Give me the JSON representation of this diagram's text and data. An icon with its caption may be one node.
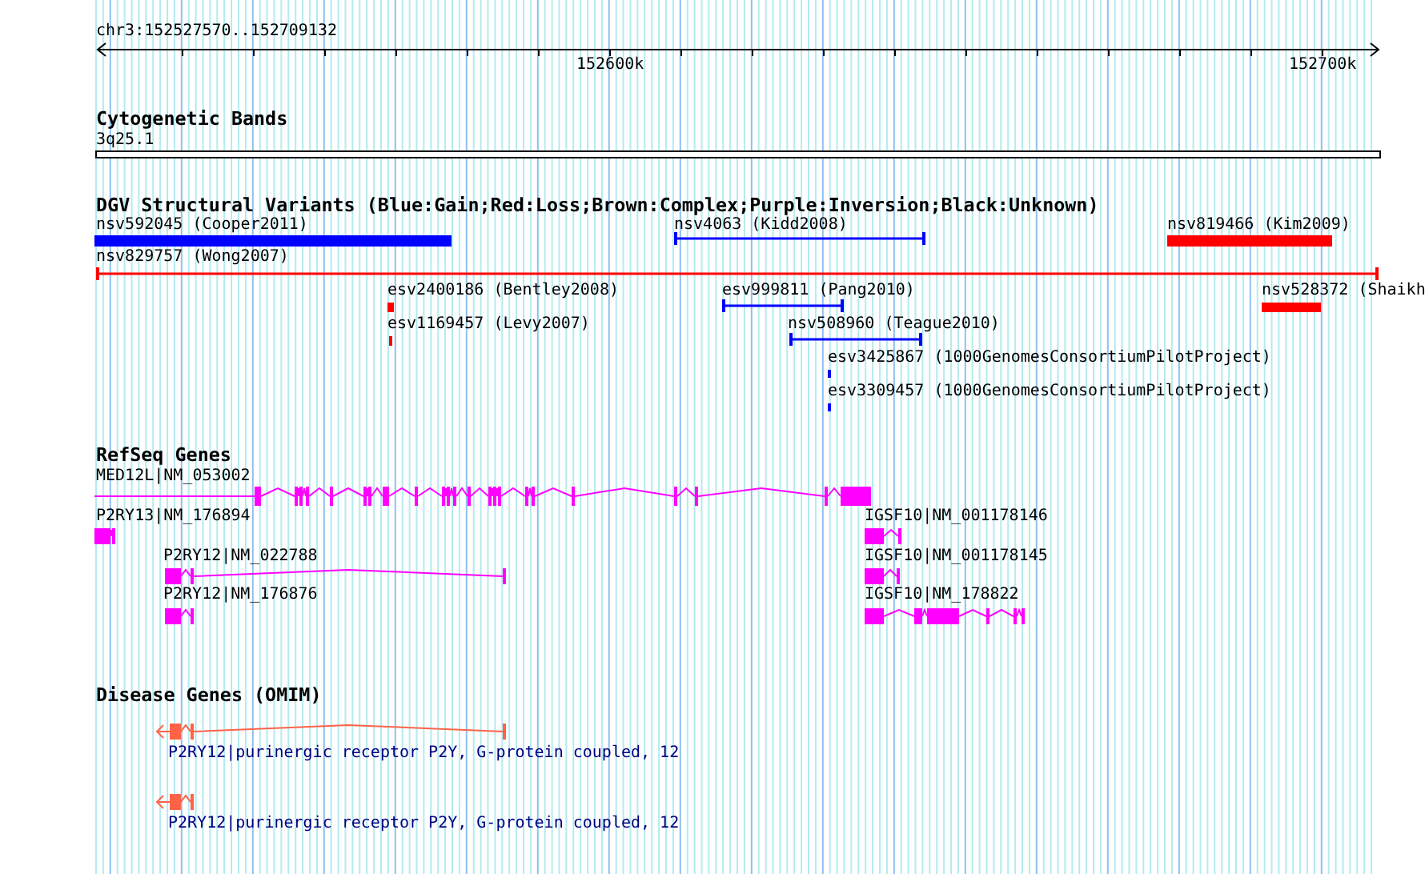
{
  "diagram": {
    "nodes": [
      {
        "text": [
          "3q25.1"
        ]
      },
      {
        "text": [
          "nsv592045 (Cooper2011)"
        ]
      },
      {
        "text": [
          "nsv4063 (Kidd2008)"
        ]
      },
      {
        "text": [
          "nsv819466 (Kim2009)"
        ]
      },
      {
        "text": [
          "nsv829757 (Wong2007)"
        ]
      },
      {
        "text": [
          "esv2400186 (Bentley2008)"
        ]
      },
      {
        "text": [
          "esv999811 (Pang2010)"
        ]
      },
      {
        "text": [
          "nsv528372 (Shaikh"
        ]
      },
      {
        "text": [
          "esv1169457 (Levy2007)"
        ]
      },
      {
        "text": [
          "nsv508960 (Teague2010)"
        ]
      },
      {
        "text": [
          "esv3425867 (1000GenomesConsortiumPilotProject)"
        ]
      },
      {
        "text": [
          "esv3309457 (1000GenomesConsortiumPilotProject)"
        ]
      },
      {
        "text": [
          "MED12L|NM_053002"
        ]
      },
      {
        "text": [
          "P2RY13|NM_176894"
        ]
      },
      {
        "text": [
          "P2RY12|NM_022788"
        ]
      },
      {
        "text": [
          "P2RY12|NM_176876"
        ]
      },
      {
        "text": [
          "IGSF10|NM_001178146"
        ]
      },
      {
        "text": [
          "IGSF10|NM_001178145"
        ]
      },
      {
        "text": [
          "IGSF10|NM_178822"
        ]
      },
      {
        "text": [
          "P2RY12|purinergic receptor P2Y, G-protein coupled, 12"
        ]
      },
      {
        "text": [
          "P2RY12|purinergic receptor P2Y, G-protein coupled, 12"
        ]
      }
    ],
    "labels": [
      "chr3:152527570..152709132",
      "152600k",
      "152700k",
      "Cytogenetic Bands",
      "DGV Structural Variants (Blue:Gain;Red:Loss;Brown:Complex;Purple:Inversion;Black:Unknown)",
      "RefSeq Genes",
      "Disease Genes (OMIM)"
    ]
  }
}
